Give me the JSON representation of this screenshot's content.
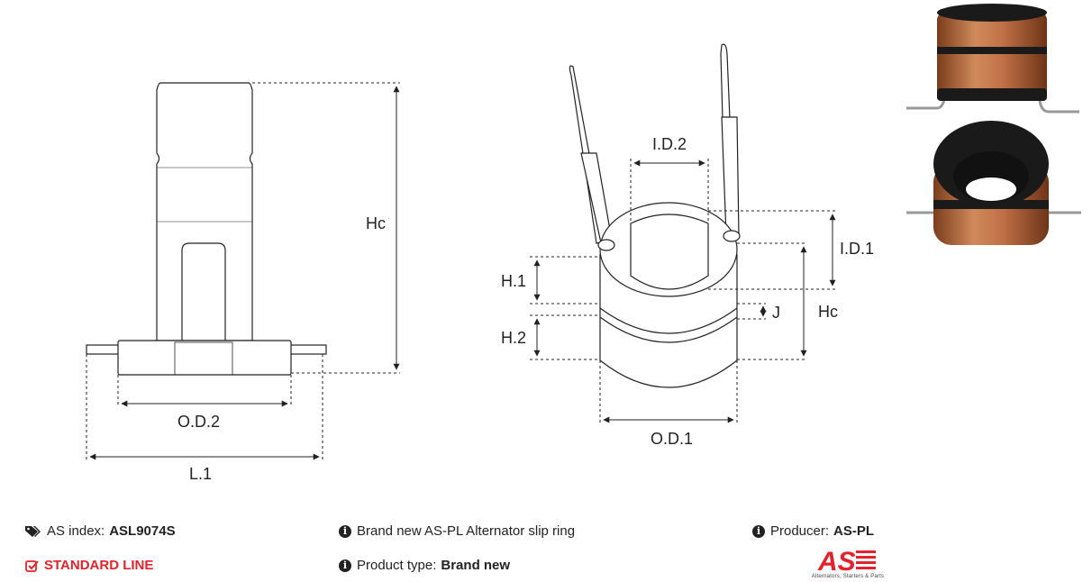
{
  "diagram": {
    "labels": {
      "hc_left": "Hc",
      "od2": "O.D.2",
      "l1": "L.1",
      "id2": "I.D.2",
      "id1": "I.D.1",
      "h1": "H.1",
      "h2": "H.2",
      "j": "J",
      "hc_right": "Hc",
      "od1": "O.D.1"
    }
  },
  "info": {
    "index_label": "AS index:",
    "index_value": "ASL9074S",
    "line_label": "STANDARD LINE",
    "description": "Brand new AS-PL Alternator slip ring",
    "product_type_label": "Product type:",
    "product_type_value": "Brand new",
    "producer_label": "Producer:",
    "producer_value": "AS-PL"
  },
  "logo": {
    "mark": "AS",
    "tagline": "Alternators, Starters & Parts"
  },
  "colors": {
    "accent_red": "#e3222b",
    "copper": "#b86a3e",
    "line": "#222222"
  },
  "icons": [
    "tags-icon",
    "checkbox-icon",
    "info-icon"
  ]
}
